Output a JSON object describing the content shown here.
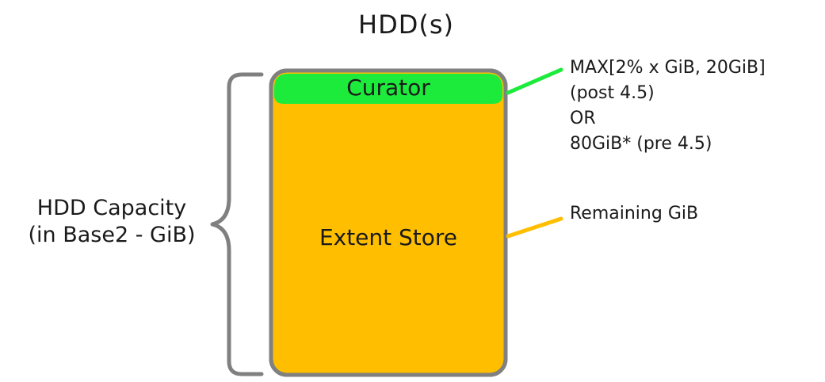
{
  "title": "HDD(s)",
  "capacity_label": [
    "HDD Capacity",
    "(in Base2 - GiB)"
  ],
  "segments": {
    "curator": {
      "label": "Curator",
      "note": [
        "MAX[2% x GiB, 20GiB]",
        "(post 4.5)",
        "OR",
        "80GiB* (pre 4.5)"
      ],
      "color": "#1DEB3C"
    },
    "extent_store": {
      "label": "Extent Store",
      "note": [
        "Remaining GiB"
      ],
      "color": "#FFBF00"
    }
  },
  "colors": {
    "outline": "#808080",
    "text": "#1a1a1a"
  }
}
